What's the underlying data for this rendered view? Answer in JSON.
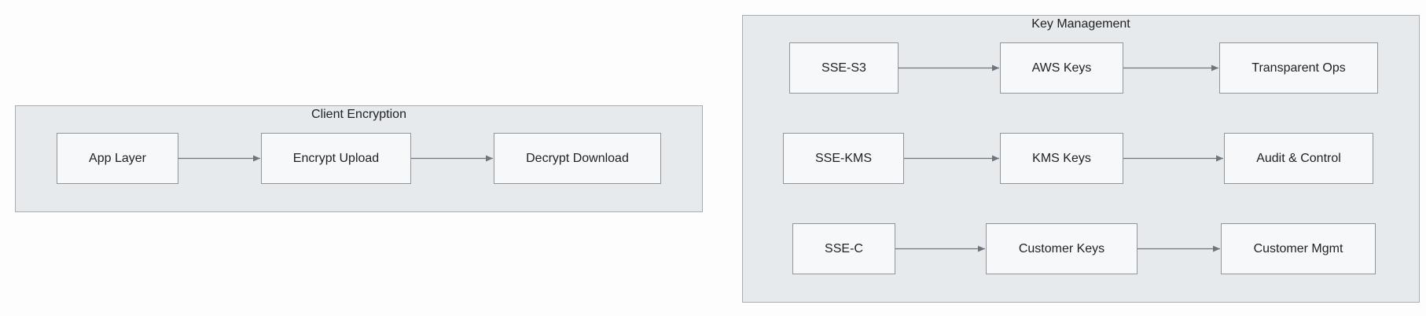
{
  "groups": {
    "client": {
      "title": "Client Encryption"
    },
    "key": {
      "title": "Key Management"
    }
  },
  "nodes": {
    "app_layer": "App Layer",
    "encrypt_upload": "Encrypt Upload",
    "decrypt_download": "Decrypt Download",
    "sse_s3": "SSE-S3",
    "aws_keys": "AWS Keys",
    "transparent_ops": "Transparent Ops",
    "sse_kms": "SSE-KMS",
    "kms_keys": "KMS Keys",
    "audit_control": "Audit & Control",
    "sse_c": "SSE-C",
    "customer_keys": "Customer Keys",
    "customer_mgmt": "Customer Mgmt"
  },
  "edges": [
    {
      "from": "app_layer",
      "to": "encrypt_upload"
    },
    {
      "from": "encrypt_upload",
      "to": "decrypt_download"
    },
    {
      "from": "sse_s3",
      "to": "aws_keys"
    },
    {
      "from": "aws_keys",
      "to": "transparent_ops"
    },
    {
      "from": "sse_kms",
      "to": "kms_keys"
    },
    {
      "from": "kms_keys",
      "to": "audit_control"
    },
    {
      "from": "sse_c",
      "to": "customer_keys"
    },
    {
      "from": "customer_keys",
      "to": "customer_mgmt"
    }
  ],
  "colors": {
    "group_fill": "#e7eaed",
    "group_border": "#a8adb3",
    "node_fill": "#f7f8f9",
    "node_border": "#8f959b",
    "edge": "#6f757b"
  }
}
